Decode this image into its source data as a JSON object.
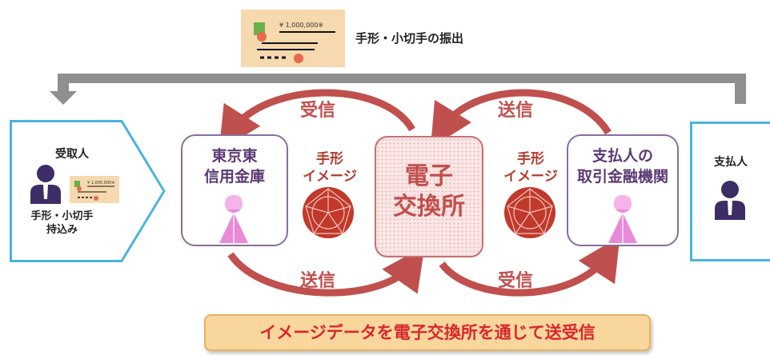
{
  "check": {
    "amount": "¥ 1,000,000※"
  },
  "issue_label": "手形・小切手の振出",
  "receiver": {
    "title": "受取人",
    "caption": "手形・小切手\n持込み",
    "check_amount": "¥ 1,000,000※"
  },
  "payer": {
    "title": "支払人"
  },
  "left_bank": {
    "name": "東京東\n信用金庫"
  },
  "right_bank": {
    "name": "支払人の\n取引金融機関"
  },
  "exchange": {
    "name": "電子\n交換所"
  },
  "left_image_label": "手形\nイメージ",
  "right_image_label": "手形\nイメージ",
  "flows": {
    "top_left": "受信",
    "bottom_left": "送信",
    "top_right": "送信",
    "bottom_right": "受信"
  },
  "banner": "イメージデータを電子交換所を通じて送受信",
  "colors": {
    "arrow_red": "#c0504d",
    "globe_red": "#c0392b",
    "bank_border": "#8a6d9c",
    "person_pink": "#e88ad8",
    "receiver_border": "#4bb3df",
    "banner_bg": "#f8d69c",
    "banner_text": "#d9262e",
    "flow_bar_gray": "#8f8f8f"
  }
}
